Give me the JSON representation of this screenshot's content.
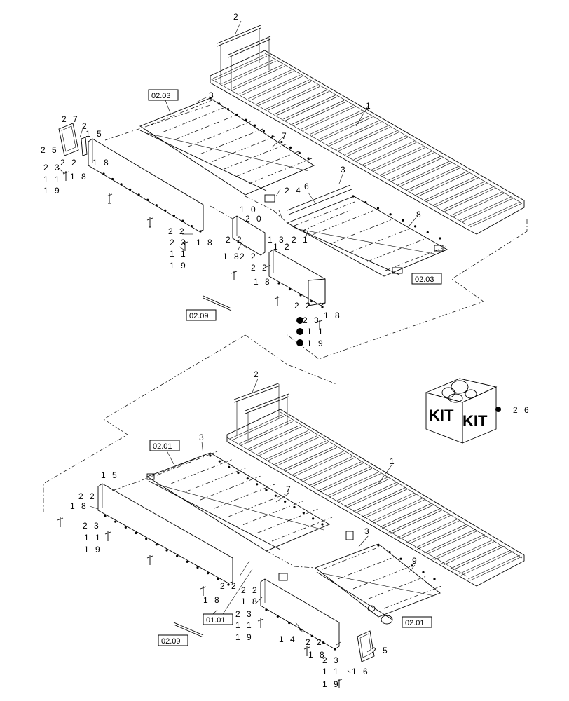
{
  "diagram": {
    "upper_assembly": {
      "callouts": {
        "c2": "2",
        "c1": "1",
        "c3a": "3",
        "c27": "2 7",
        "c2b": "2",
        "c15": "1 5",
        "c25": "2 5",
        "c22a": "2 2",
        "c18a": "1 8",
        "c23a": "2 3",
        "c18b": "1 8",
        "c11a": "1 1",
        "c19a": "1 9",
        "c7": "7",
        "c24": "2 4",
        "c10": "1 0",
        "c20": "2 0",
        "c6": "6",
        "c3b": "3",
        "c8": "8",
        "c22b": "2 2",
        "c18c": "1 8",
        "c23b": "2 3",
        "c11b": "1 1",
        "c19b": "1 9",
        "c22c": "2 2",
        "c13": "1 3",
        "c12": "1 2",
        "c21": "2 1",
        "c18d": "1 8",
        "c22d": "2 2",
        "c22e": "2 2",
        "c18e": "1 8",
        "c22f": "2 2",
        "c18f": "1 8",
        "c23c": "2 3",
        "c11c": "1 1",
        "c19c": "1 9"
      },
      "refs": {
        "r1": "02.03",
        "r2": "02.03",
        "r3": "02.09"
      }
    },
    "lower_assembly": {
      "callouts": {
        "c2": "2",
        "c1": "1",
        "c3a": "3",
        "c15": "1 5",
        "c22a": "2 2",
        "c18a": "1 8",
        "c23a": "2 3",
        "c11a": "1 1",
        "c19a": "1 9",
        "c7": "7",
        "c3b": "3",
        "c9": "9",
        "c22b": "2 2",
        "c18b": "1 8",
        "c22c": "2 2",
        "c18c": "1 8",
        "c23b": "2 3",
        "c11b": "1 1",
        "c19b": "1 9",
        "c14": "1 4",
        "c22d": "2 2",
        "c18d": "1 8",
        "c25": "2 5",
        "c23c": "2 3",
        "c11c": "1 1",
        "c16": "1 6",
        "c19c": "1 9"
      },
      "refs": {
        "r1": "02.01",
        "r2": "01.01",
        "r3": "02.01",
        "r4": "02.09"
      }
    },
    "kit": {
      "label_left": "KIT",
      "label_right": "KIT",
      "callout": "2 6"
    }
  }
}
